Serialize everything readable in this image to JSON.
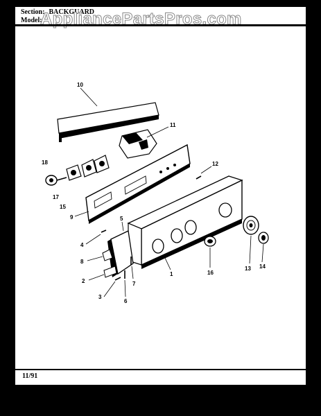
{
  "header": {
    "section_label": "Section:",
    "section_value": "BACKGUARD",
    "model_label": "Model:"
  },
  "watermark": "AppliancePartsPros.com",
  "footer": {
    "date_code": "11/91"
  },
  "callouts": [
    "10",
    "11",
    "12",
    "18",
    "17",
    "15",
    "9",
    "5",
    "4",
    "8",
    "2",
    "3",
    "6",
    "7",
    "1",
    "16",
    "13",
    "14"
  ],
  "colors": {
    "background": "#000000",
    "sheet": "#ffffff",
    "ink": "#000000"
  }
}
